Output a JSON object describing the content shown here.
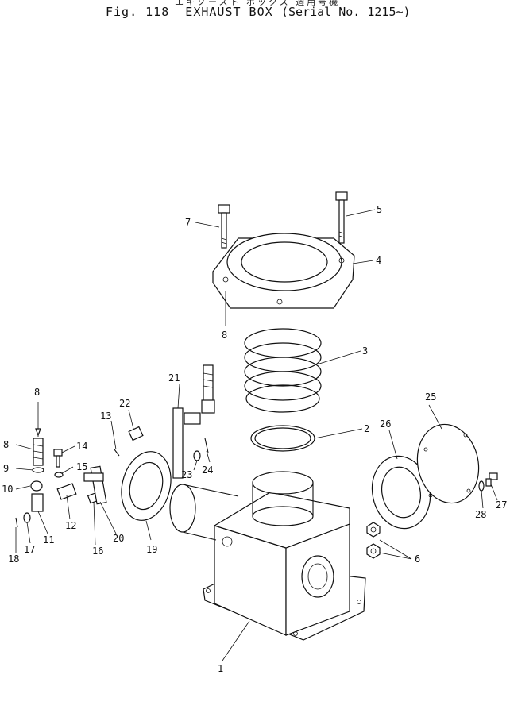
{
  "title": {
    "japanese": "エキゾースト ボックス 適用号機",
    "figure": "Fig. 118  EXHAUST BOX",
    "serial": "(Serial No. 1215~)"
  },
  "callouts": {
    "c1": "1",
    "c2": "2",
    "c3": "3",
    "c4": "4",
    "c5": "5",
    "c6": "6",
    "c7": "7",
    "c8a": "8",
    "c8b": "8",
    "c8c": "8",
    "c9": "9",
    "c10": "10",
    "c11": "11",
    "c12": "12",
    "c13": "13",
    "c14": "14",
    "c15": "15",
    "c16": "16",
    "c17": "17",
    "c18": "18",
    "c19": "19",
    "c20": "20",
    "c21": "21",
    "c22": "22",
    "c23": "23",
    "c24": "24",
    "c25": "25",
    "c26": "26",
    "c27": "27",
    "c28": "28"
  }
}
